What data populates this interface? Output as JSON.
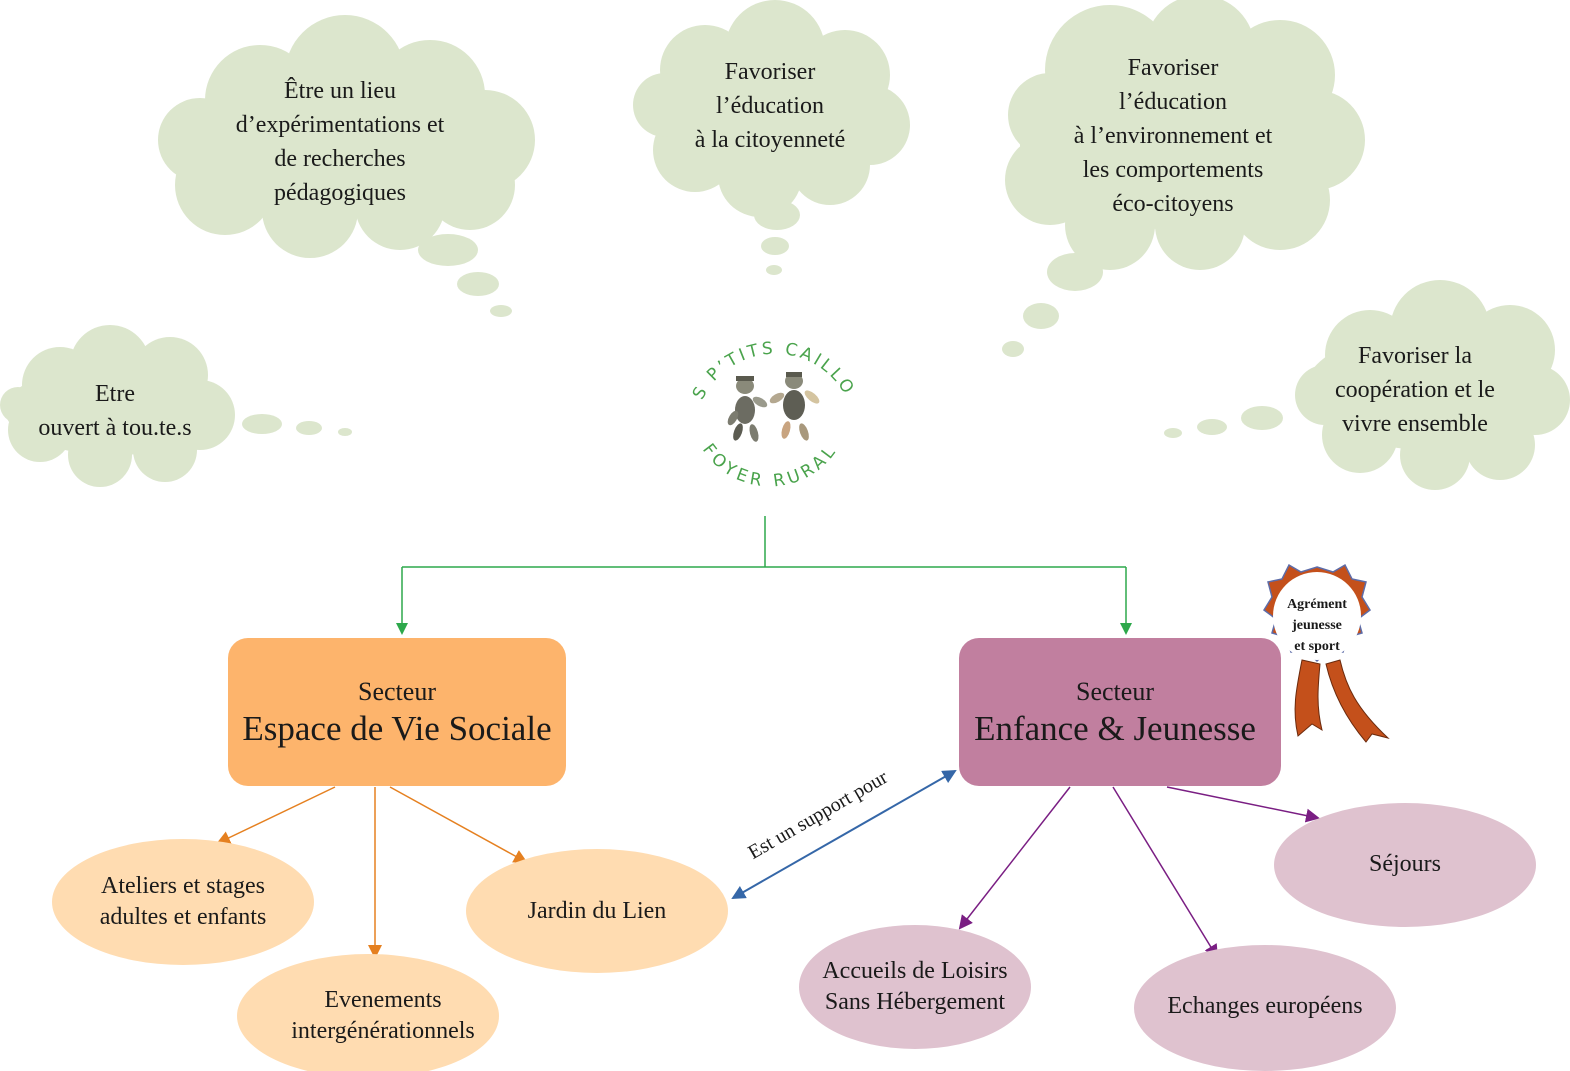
{
  "clouds": {
    "lieu": [
      "Être un lieu",
      "d’expérimentations et",
      "de recherches",
      "pédagogiques"
    ],
    "citoyennete": [
      "Favoriser",
      "l’éducation",
      "à la citoyenneté"
    ],
    "environnement": [
      "Favoriser",
      "l’éducation",
      "à l’environnement et",
      "les comportements",
      "éco-citoyens"
    ],
    "ouvert": [
      "Etre",
      "ouvert à tou.te.s"
    ],
    "cooperation": [
      "Favoriser la",
      "coopération et le",
      "vivre ensemble"
    ]
  },
  "logo": {
    "top_text": "LES P’TITS CAILLOUX",
    "bottom_text": "FOYER RURAL"
  },
  "sectors": {
    "evs": {
      "line1": "Secteur",
      "line2": "Espace de Vie Sociale"
    },
    "ej": {
      "line1": "Secteur",
      "line2": "Enfance & Jeunesse"
    }
  },
  "badge": [
    "Agrément",
    "jeunesse",
    "et sport"
  ],
  "link_label": "Est un support pour",
  "evs_items": {
    "ateliers": [
      "Ateliers et stages",
      "adultes et enfants"
    ],
    "evenements": [
      "Evenements",
      "intergénérationnels"
    ],
    "jardin": [
      "Jardin du Lien"
    ]
  },
  "ej_items": {
    "alsh": [
      "Accueils de Loisirs",
      "Sans Hébergement"
    ],
    "echanges": [
      "Echanges européens"
    ],
    "sejours": [
      "Séjours"
    ]
  },
  "colors": {
    "cloud": "#dce6cd",
    "evs_box": "#fdb46c",
    "ej_box": "#c17f9f",
    "evs_item": "#ffdcb1",
    "ej_item": "#dfc2cf",
    "green_arrow": "#2da84b",
    "orange_arrow": "#e58020",
    "purple_arrow": "#7a1e83",
    "blue_arrow": "#3567a8",
    "badge": "#c4501b"
  }
}
